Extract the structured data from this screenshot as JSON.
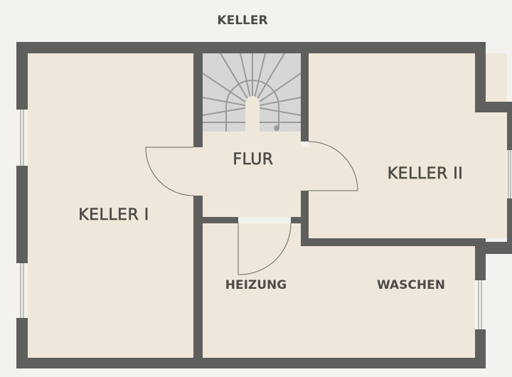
{
  "title": "KELLER",
  "rooms": {
    "keller1": "KELLER I",
    "flur": "FLUR",
    "keller2": "KELLER II",
    "heizung": "HEIZUNG",
    "waschen": "WASCHEN"
  },
  "colors": {
    "background": "#f4f2ee",
    "floor": "#efe8da",
    "wall": "#5f5f5d",
    "stairs": "#d6d6d6",
    "text": "#4d4a47"
  }
}
